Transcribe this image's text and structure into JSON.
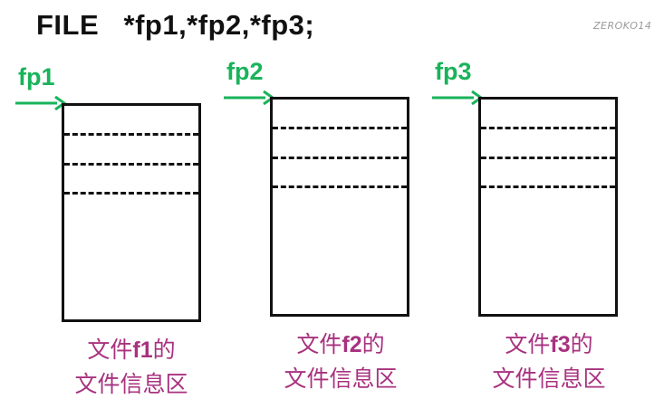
{
  "declaration": "FILE   *fp1,*fp2,*fp3;",
  "watermark": "ZEROKO14",
  "colors": {
    "pointer": "#19b35a",
    "caption": "#a8327f",
    "outline": "#111111"
  },
  "files": [
    {
      "pointer": "fp1",
      "caption_prefix": "文件",
      "caption_name": "f1",
      "caption_suffix": "的",
      "caption_line2": "文件信息区"
    },
    {
      "pointer": "fp2",
      "caption_prefix": "文件",
      "caption_name": "f2",
      "caption_suffix": "的",
      "caption_line2": "文件信息区"
    },
    {
      "pointer": "fp3",
      "caption_prefix": "文件",
      "caption_name": "f3",
      "caption_suffix": "的",
      "caption_line2": "文件信息区"
    }
  ]
}
